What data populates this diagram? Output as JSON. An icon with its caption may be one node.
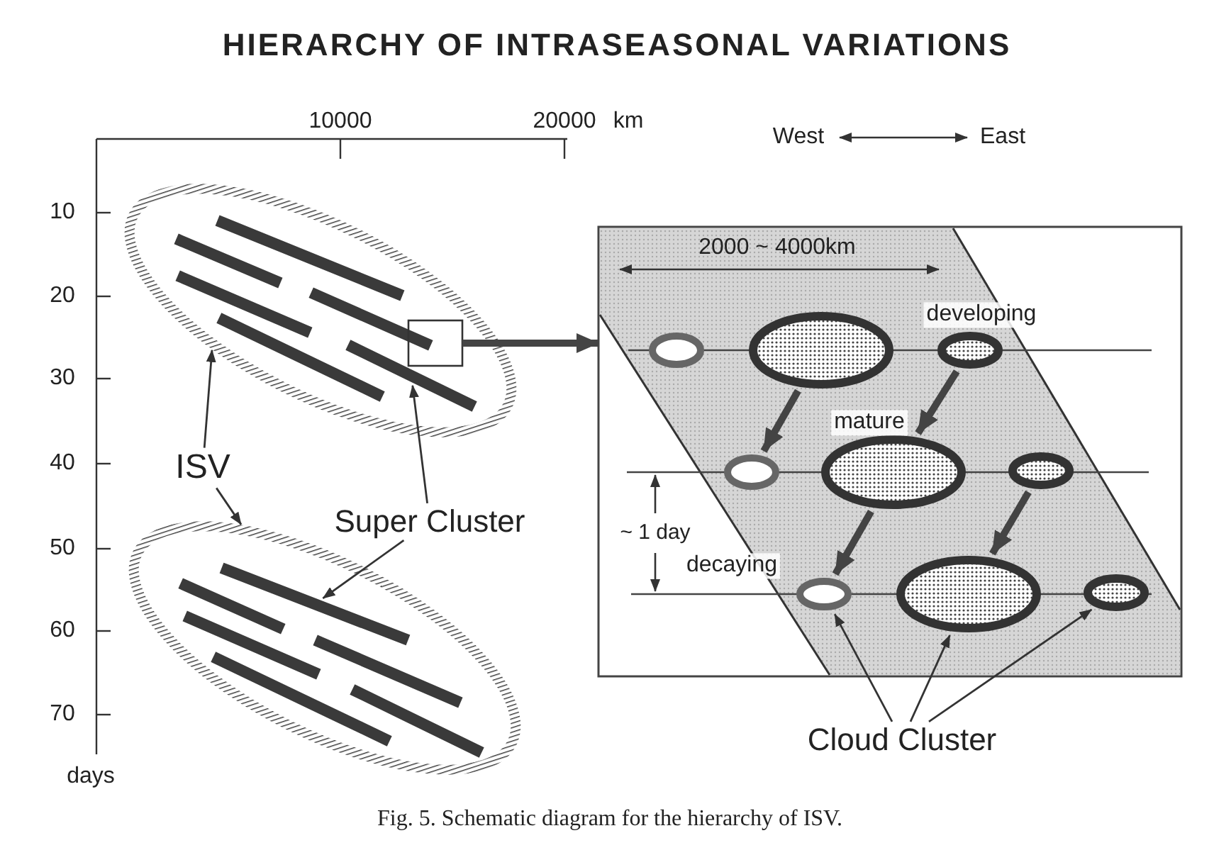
{
  "diagram": {
    "title": "HIERARCHY  OF INTRASEASONAL VARIATIONS",
    "caption": "Fig. 5.   Schematic diagram for the hierarchy of ISV.",
    "nodes": [
      {
        "text": [],
        "shape": "ellipse"
      },
      {
        "text": [],
        "shape": "bar",
        "in": 0
      },
      {
        "text": [],
        "shape": "bar",
        "in": 0
      },
      {
        "text": [],
        "shape": "bar",
        "in": 0
      },
      {
        "text": [],
        "shape": "bar",
        "in": 0
      },
      {
        "text": [],
        "shape": "bar",
        "in": 0
      },
      {
        "text": [],
        "shape": "bar",
        "in": 0
      },
      {
        "text": [],
        "shape": "box",
        "in": 0
      },
      {
        "text": [],
        "shape": "box"
      },
      {
        "text": [],
        "shape": "ellipse",
        "in": 8
      },
      {
        "text": [],
        "shape": "ellipse",
        "in": 8
      },
      {
        "text": [],
        "shape": "ellipse",
        "in": 8,
        "beside": [
          "developing"
        ]
      },
      {
        "text": [],
        "shape": "ellipse",
        "in": 8
      },
      {
        "text": [],
        "shape": "ellipse",
        "in": 8,
        "beside": [
          "mature"
        ]
      },
      {
        "text": [],
        "shape": "ellipse",
        "in": 8
      },
      {
        "text": [],
        "shape": "ellipse",
        "in": 8,
        "beside": [
          "decaying"
        ]
      },
      {
        "text": [],
        "shape": "ellipse",
        "in": 8
      },
      {
        "text": [],
        "shape": "ellipse",
        "in": 8
      },
      {
        "text": [
          "ISV"
        ]
      },
      {
        "text": [
          "Super Cluster"
        ]
      },
      {
        "text": [],
        "shape": "ellipse"
      },
      {
        "text": [],
        "shape": "bar",
        "in": 20
      },
      {
        "text": [],
        "shape": "bar",
        "in": 20
      },
      {
        "text": [],
        "shape": "bar",
        "in": 20
      },
      {
        "text": [],
        "shape": "bar",
        "in": 20
      },
      {
        "text": [],
        "shape": "bar",
        "in": 20
      },
      {
        "text": [],
        "shape": "bar",
        "in": 20
      },
      {
        "text": [
          "Cloud Cluster"
        ]
      }
    ],
    "edges": [
      {
        "from": 18,
        "to": 0,
        "arrow": "to"
      },
      {
        "from": 18,
        "to": 20,
        "arrow": "to"
      },
      {
        "from": 19,
        "to": 6,
        "arrow": "to"
      },
      {
        "from": 19,
        "to": 21,
        "arrow": "to"
      },
      {
        "from": 7,
        "to": 8,
        "arrow": "to",
        "style": "thick"
      },
      {
        "from": 10,
        "to": 12,
        "arrow": "to",
        "style": "thick"
      },
      {
        "from": 11,
        "to": 13,
        "arrow": "to",
        "style": "thick"
      },
      {
        "from": 13,
        "to": 15,
        "arrow": "to",
        "style": "thick"
      },
      {
        "from": 14,
        "to": 16,
        "arrow": "to",
        "style": "thick"
      },
      {
        "from": 27,
        "to": 15,
        "arrow": "to"
      },
      {
        "from": 27,
        "to": 16,
        "arrow": "to"
      },
      {
        "from": 27,
        "to": 17,
        "arrow": "to"
      }
    ],
    "labels": [
      "10000",
      "20000",
      "km",
      "West",
      "East",
      "10",
      "20",
      "30",
      "40",
      "50",
      "60",
      "70",
      "days",
      "2000 ~ 4000km",
      "~ 1 day"
    ]
  }
}
